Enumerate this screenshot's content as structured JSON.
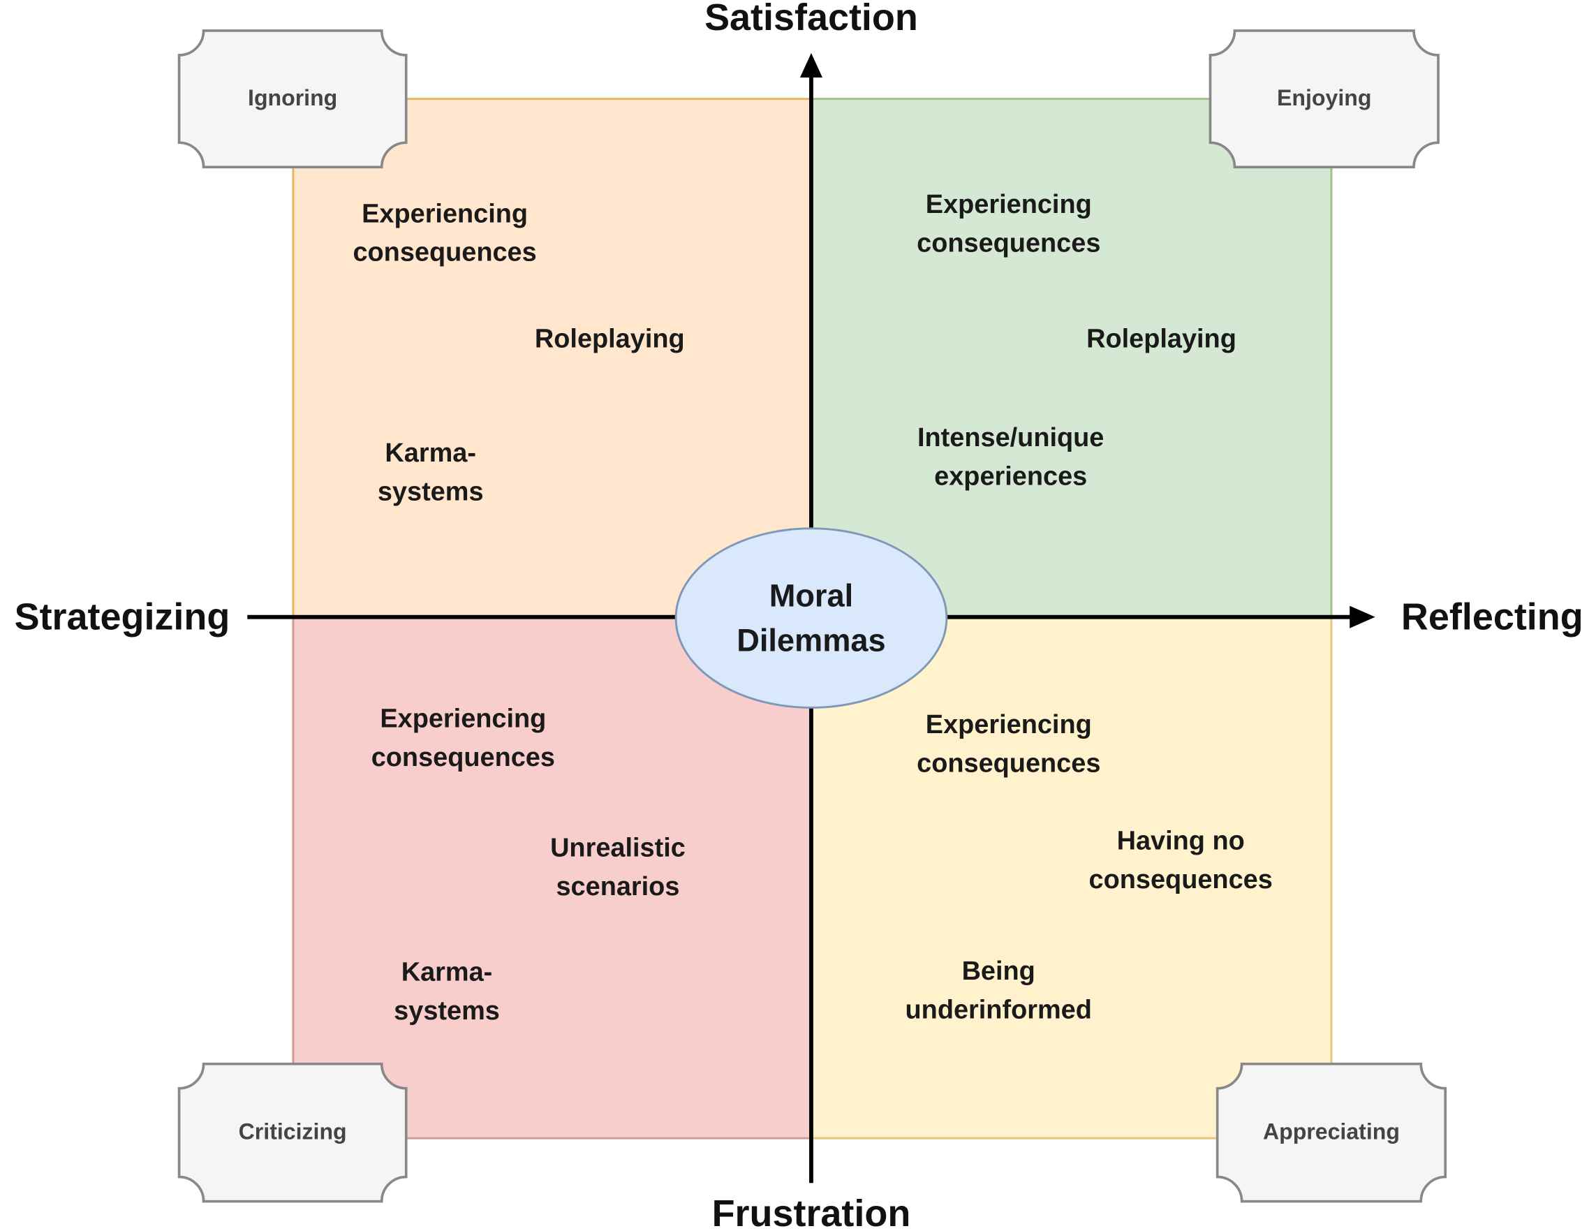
{
  "axes": {
    "top": "Satisfaction",
    "bottom": "Frustration",
    "left": "Strategizing",
    "right": "Reflecting"
  },
  "center": {
    "line1": "Moral",
    "line2": "Dilemmas"
  },
  "corners": {
    "top_left": "Ignoring",
    "top_right": "Enjoying",
    "bottom_left": "Criticizing",
    "bottom_right": "Appreciating"
  },
  "quadrants": {
    "top_left": {
      "color": "#ffe6cc",
      "items": [
        {
          "l1": "Experiencing",
          "l2": "consequences"
        },
        {
          "l1": "Roleplaying"
        },
        {
          "l1": "Karma-",
          "l2": "systems"
        }
      ]
    },
    "top_right": {
      "color": "#d5e8d4",
      "items": [
        {
          "l1": "Experiencing",
          "l2": "consequences"
        },
        {
          "l1": "Roleplaying"
        },
        {
          "l1": "Intense/unique",
          "l2": "experiences"
        }
      ]
    },
    "bottom_left": {
      "color": "#f8cecc",
      "items": [
        {
          "l1": "Experiencing",
          "l2": "consequences"
        },
        {
          "l1": "Unrealistic",
          "l2": "scenarios"
        },
        {
          "l1": "Karma-",
          "l2": "systems"
        }
      ]
    },
    "bottom_right": {
      "color": "#fff2cc",
      "items": [
        {
          "l1": "Experiencing",
          "l2": "consequences"
        },
        {
          "l1": "Having no",
          "l2": "consequences"
        },
        {
          "l1": "Being",
          "l2": "underinformed"
        }
      ]
    }
  }
}
